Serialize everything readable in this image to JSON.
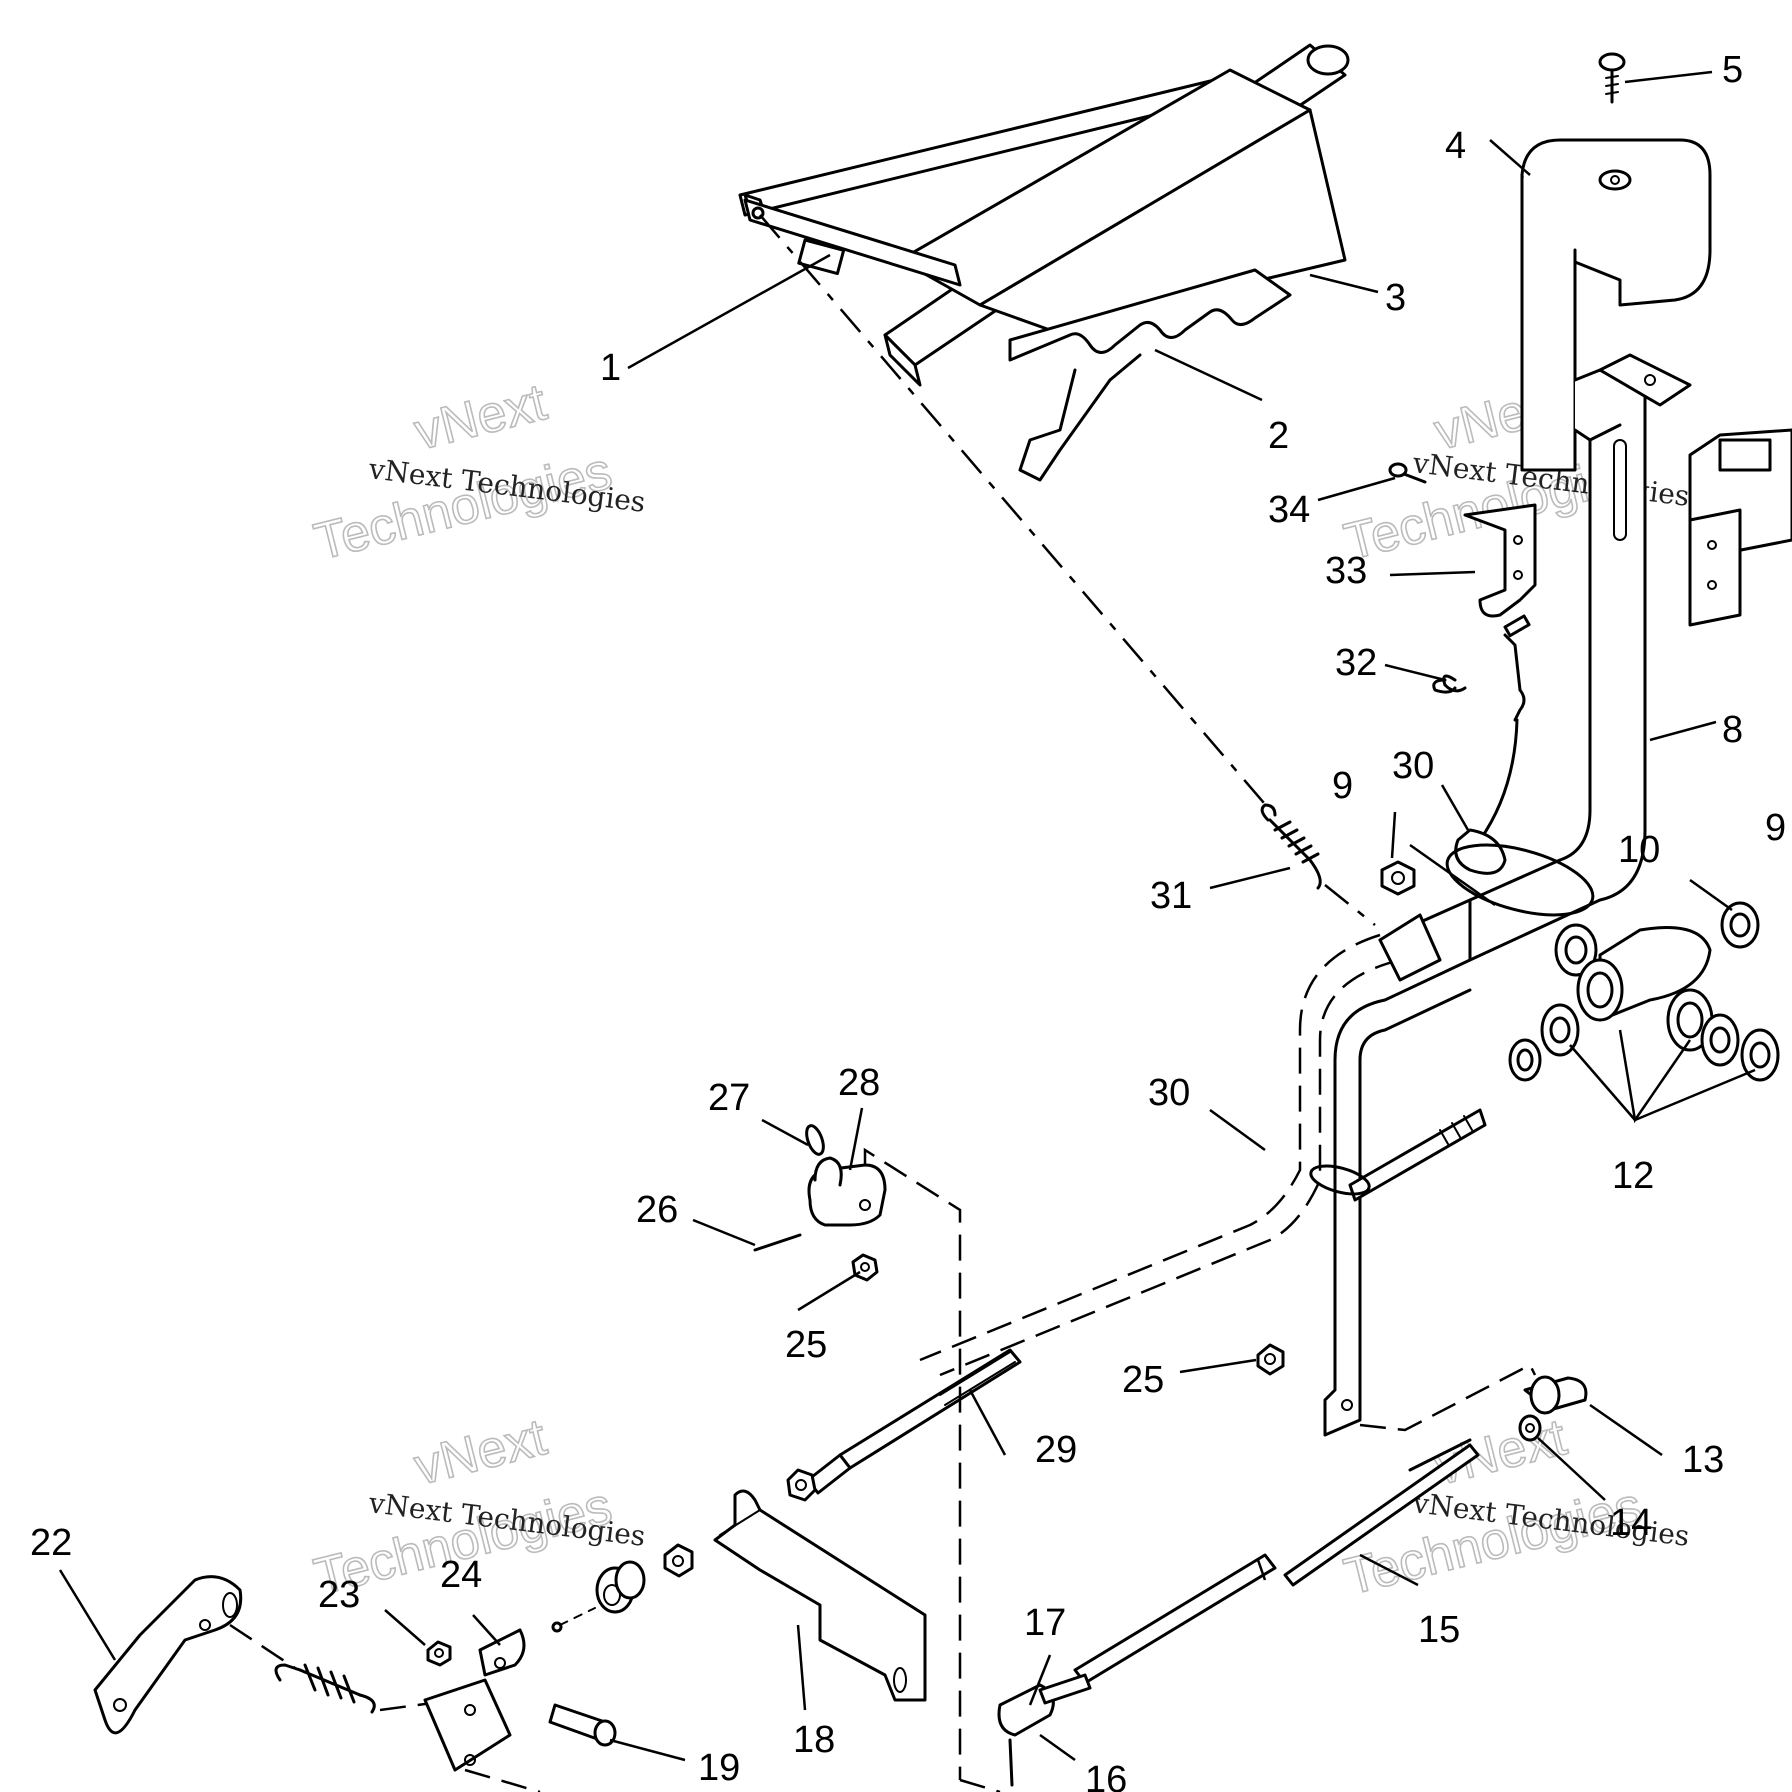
{
  "callouts": [
    {
      "id": "c1",
      "label": "1"
    },
    {
      "id": "c2",
      "label": "2"
    },
    {
      "id": "c3",
      "label": "3"
    },
    {
      "id": "c4",
      "label": "4"
    },
    {
      "id": "c5",
      "label": "5"
    },
    {
      "id": "c8",
      "label": "8"
    },
    {
      "id": "c9a",
      "label": "9"
    },
    {
      "id": "c9b",
      "label": "9"
    },
    {
      "id": "c10",
      "label": "10"
    },
    {
      "id": "c12",
      "label": "12"
    },
    {
      "id": "c13",
      "label": "13"
    },
    {
      "id": "c14",
      "label": "14"
    },
    {
      "id": "c15",
      "label": "15"
    },
    {
      "id": "c16",
      "label": "16"
    },
    {
      "id": "c17",
      "label": "17"
    },
    {
      "id": "c18",
      "label": "18"
    },
    {
      "id": "c19",
      "label": "19"
    },
    {
      "id": "c22",
      "label": "22"
    },
    {
      "id": "c23",
      "label": "23"
    },
    {
      "id": "c24",
      "label": "24"
    },
    {
      "id": "c25a",
      "label": "25"
    },
    {
      "id": "c25b",
      "label": "25"
    },
    {
      "id": "c26",
      "label": "26"
    },
    {
      "id": "c27",
      "label": "27"
    },
    {
      "id": "c28",
      "label": "28"
    },
    {
      "id": "c29",
      "label": "29"
    },
    {
      "id": "c30a",
      "label": "30"
    },
    {
      "id": "c30b",
      "label": "30"
    },
    {
      "id": "c31",
      "label": "31"
    },
    {
      "id": "c32",
      "label": "32"
    },
    {
      "id": "c33",
      "label": "33"
    },
    {
      "id": "c34",
      "label": "34"
    }
  ],
  "watermark": {
    "brand": "vNext",
    "word": "Technologies",
    "line": "vNext Technologies"
  }
}
